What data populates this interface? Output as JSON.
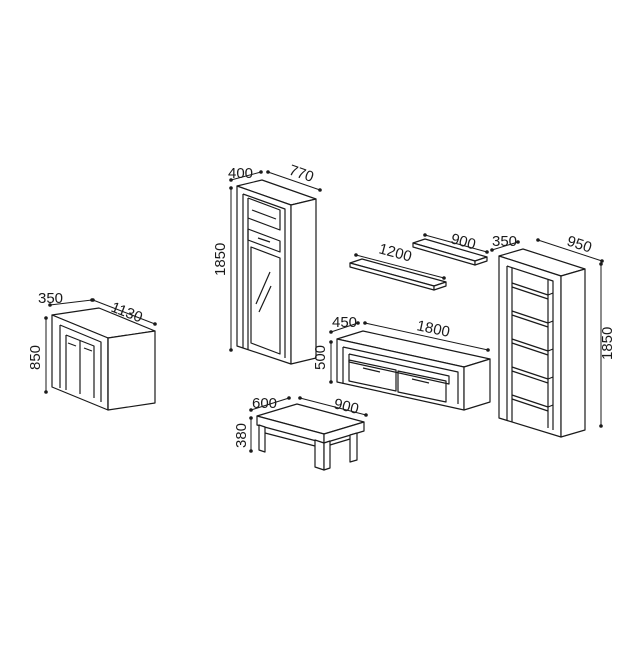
{
  "diagram": {
    "pieces": [
      {
        "name": "sideboard",
        "dims": {
          "depth": "350",
          "width": "1130",
          "height": "850"
        }
      },
      {
        "name": "display-cabinet",
        "dims": {
          "depth": "400",
          "width": "770",
          "height": "1850"
        }
      },
      {
        "name": "wall-shelves",
        "dims": {
          "length_a": "1200",
          "length_b": "900"
        }
      },
      {
        "name": "tv-stand",
        "dims": {
          "depth": "450",
          "width": "1800",
          "height": "500"
        }
      },
      {
        "name": "bookcase",
        "dims": {
          "depth": "350",
          "width": "950",
          "height": "1850"
        }
      },
      {
        "name": "coffee-table",
        "dims": {
          "depth": "600",
          "width": "900",
          "height": "380"
        }
      }
    ]
  }
}
